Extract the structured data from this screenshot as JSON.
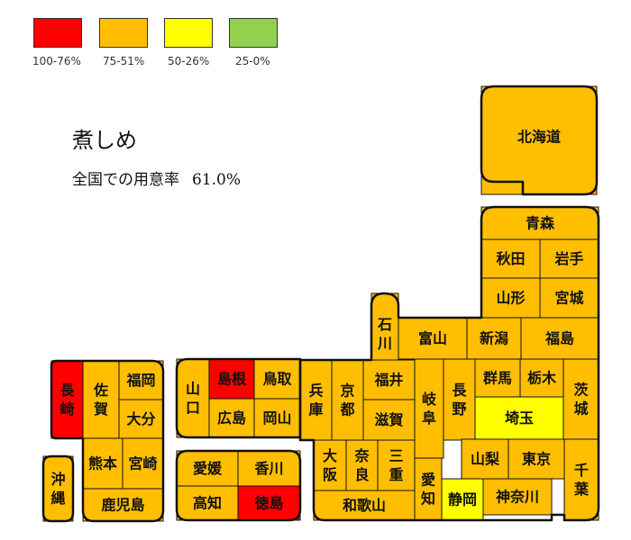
{
  "colors": {
    "high": "#ff0000",
    "mid_high": "#ffbf00",
    "mid_low": "#ffff00",
    "low": "#92d050",
    "border": "#111111"
  },
  "legend": [
    {
      "label": "100-76%",
      "color": "#ff0000"
    },
    {
      "label": "75-51%",
      "color": "#ffbf00"
    },
    {
      "label": "50-26%",
      "color": "#ffff00"
    },
    {
      "label": "25-0%",
      "color": "#92d050"
    }
  ],
  "title": "煮しめ",
  "subtitle": {
    "label": "全国での用意率",
    "value": "61.0%"
  },
  "prefectures": [
    {
      "name": "北海道",
      "level": "mid_high"
    },
    {
      "name": "青森",
      "level": "mid_high"
    },
    {
      "name": "秋田",
      "level": "mid_high"
    },
    {
      "name": "岩手",
      "level": "mid_high"
    },
    {
      "name": "山形",
      "level": "mid_high"
    },
    {
      "name": "宮城",
      "level": "mid_high"
    },
    {
      "name": "石川",
      "level": "mid_high"
    },
    {
      "name": "富山",
      "level": "mid_high"
    },
    {
      "name": "新潟",
      "level": "mid_high"
    },
    {
      "name": "福島",
      "level": "mid_high"
    },
    {
      "name": "長崎",
      "level": "high"
    },
    {
      "name": "佐賀",
      "level": "mid_high"
    },
    {
      "name": "福岡",
      "level": "mid_high"
    },
    {
      "name": "大分",
      "level": "mid_high"
    },
    {
      "name": "熊本",
      "level": "mid_high"
    },
    {
      "name": "宮崎",
      "level": "mid_high"
    },
    {
      "name": "鹿児島",
      "level": "mid_high"
    },
    {
      "name": "沖縄",
      "level": "mid_high"
    },
    {
      "name": "山口",
      "level": "mid_high"
    },
    {
      "name": "島根",
      "level": "high"
    },
    {
      "name": "鳥取",
      "level": "mid_high"
    },
    {
      "name": "広島",
      "level": "mid_high"
    },
    {
      "name": "岡山",
      "level": "mid_high"
    },
    {
      "name": "兵庫",
      "level": "mid_high"
    },
    {
      "name": "京都",
      "level": "mid_high"
    },
    {
      "name": "福井",
      "level": "mid_high"
    },
    {
      "name": "滋賀",
      "level": "mid_high"
    },
    {
      "name": "岐阜",
      "level": "mid_high"
    },
    {
      "name": "長野",
      "level": "mid_high"
    },
    {
      "name": "群馬",
      "level": "mid_high"
    },
    {
      "name": "栃木",
      "level": "mid_high"
    },
    {
      "name": "茨城",
      "level": "mid_high"
    },
    {
      "name": "埼玉",
      "level": "mid_low"
    },
    {
      "name": "山梨",
      "level": "mid_high"
    },
    {
      "name": "東京",
      "level": "mid_high"
    },
    {
      "name": "千葉",
      "level": "mid_high"
    },
    {
      "name": "大阪",
      "level": "mid_high"
    },
    {
      "name": "奈良",
      "level": "mid_high"
    },
    {
      "name": "三重",
      "level": "mid_high"
    },
    {
      "name": "愛知",
      "level": "mid_high"
    },
    {
      "name": "静岡",
      "level": "mid_low"
    },
    {
      "name": "神奈川",
      "level": "mid_high"
    },
    {
      "name": "和歌山",
      "level": "mid_high"
    },
    {
      "name": "愛媛",
      "level": "mid_high"
    },
    {
      "name": "香川",
      "level": "mid_high"
    },
    {
      "name": "高知",
      "level": "mid_high"
    },
    {
      "name": "徳島",
      "level": "high"
    }
  ]
}
